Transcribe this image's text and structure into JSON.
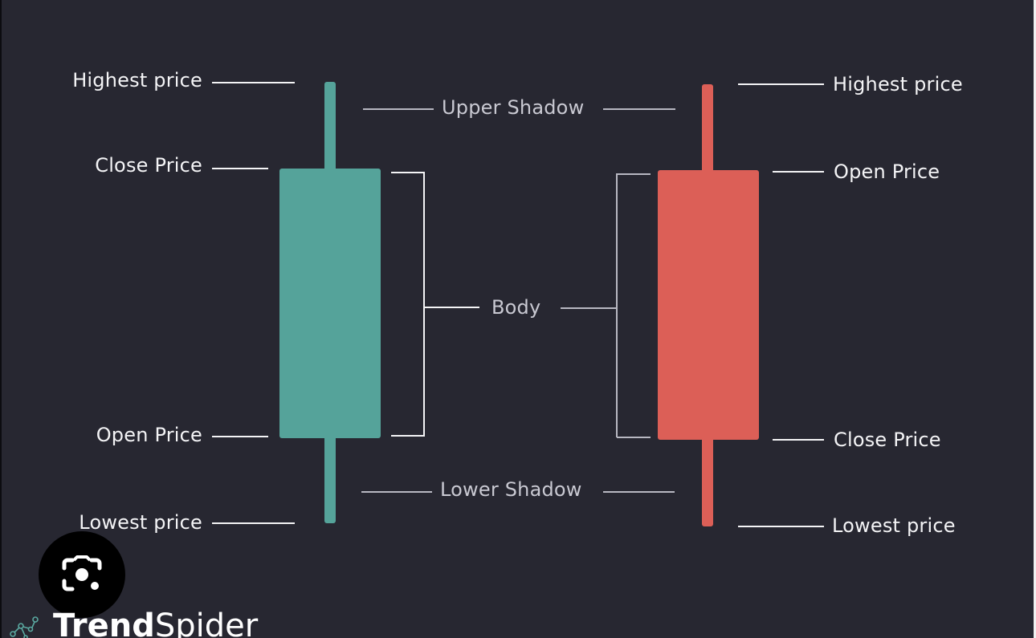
{
  "left_candle": {
    "color": "#55a39a",
    "labels": {
      "high": "Highest price",
      "close": "Close Price",
      "open": "Open Price",
      "low": "Lowest price"
    }
  },
  "right_candle": {
    "color": "#dc5f57",
    "labels": {
      "high": "Highest price",
      "open": "Open Price",
      "close": "Close Price",
      "low": "Lowest price"
    }
  },
  "center_labels": {
    "upper_shadow": "Upper Shadow",
    "body": "Body",
    "lower_shadow": "Lower Shadow"
  },
  "brand": {
    "part1": "Trend",
    "part2": "Spider"
  },
  "icons": {
    "lens": "camera-lens-icon",
    "brand_mark": "spider-dots-icon"
  },
  "colors": {
    "background": "#272731",
    "text": "#f4f4f6"
  }
}
